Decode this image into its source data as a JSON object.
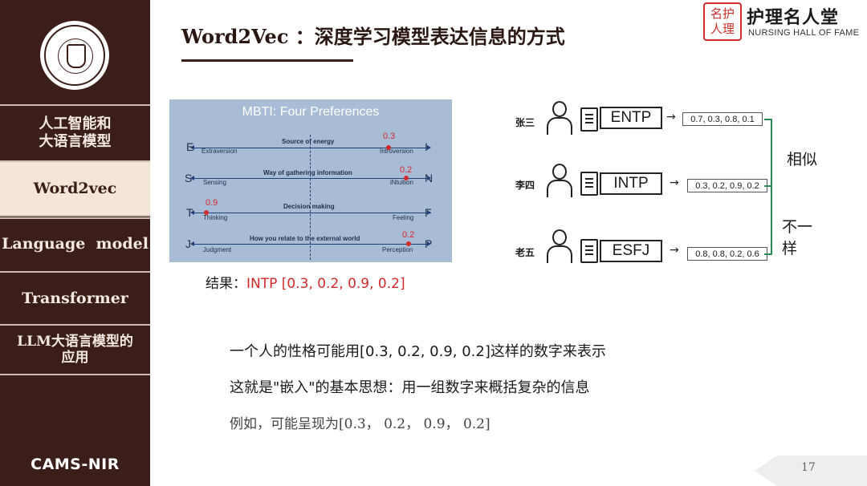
{
  "sidebar": {
    "logo": "institute-seal",
    "items": [
      {
        "label": "人工智能和\n大语言模型",
        "active": false
      },
      {
        "label": "Word2vec",
        "active": true
      },
      {
        "label": "Language  model",
        "active": false
      },
      {
        "label": "Transformer",
        "active": false
      },
      {
        "label": "LLM大语言模型的\n应用",
        "active": false
      }
    ],
    "footer": "CAMS-NIR"
  },
  "header": {
    "title": "Word2Vec ：深度学习模型表达信息的方式"
  },
  "brand": {
    "seal": "名护\n人理",
    "name": "护理名人堂",
    "subtitle": "NURSING HALL OF FAME"
  },
  "mbti": {
    "title": "MBTI:  Four Preferences",
    "rows": [
      {
        "left_letter": "E",
        "right_letter": "I",
        "heading": "Source of energy",
        "left_label": "Extraversion",
        "right_label": "Introversion",
        "value": "0.3"
      },
      {
        "left_letter": "S",
        "right_letter": "N",
        "heading": "Way of gathering information",
        "left_label": "Sensing",
        "right_label": "iNtuition",
        "value": "0.2"
      },
      {
        "left_letter": "T",
        "right_letter": "F",
        "heading": "Decision making",
        "left_label": "Thinking",
        "right_label": "Feeling",
        "value": "0.9"
      },
      {
        "left_letter": "J",
        "right_letter": "P",
        "heading": "How  you relate to the external world",
        "left_label": "Judgment",
        "right_label": "Perception",
        "value": "0.2"
      }
    ],
    "result_label": "结果：",
    "result_value": "INTP [0.3, 0.2, 0.9, 0.2]"
  },
  "persons": [
    {
      "name": "张三",
      "type": "ENTP",
      "vector": "0.7, 0.3, 0.8, 0.1"
    },
    {
      "name": "李四",
      "type": "INTP",
      "vector": "0.3, 0.2, 0.9, 0.2"
    },
    {
      "name": "老五",
      "type": "ESFJ",
      "vector": "0.8, 0.8, 0.2, 0.6"
    }
  ],
  "relations": {
    "similar": "相似",
    "different": "不一样"
  },
  "body": {
    "line1": "一个人的性格可能用[0.3, 0.2, 0.9, 0.2]这样的数字来表示",
    "line2": "这就是\"嵌入\"的基本思想：用一组数字来概括复杂的信息",
    "line3": "例如，可能呈现为[0.3， 0.2， 0.9， 0.2]"
  },
  "page": {
    "number": "17"
  },
  "colors": {
    "sidebar_bg": "#3b1e19",
    "active_item_bg": "#f3e6d8",
    "accent_red": "#d42a2a",
    "bracket_green": "#2a8a55",
    "mbti_panel": "#a8bcd6"
  }
}
